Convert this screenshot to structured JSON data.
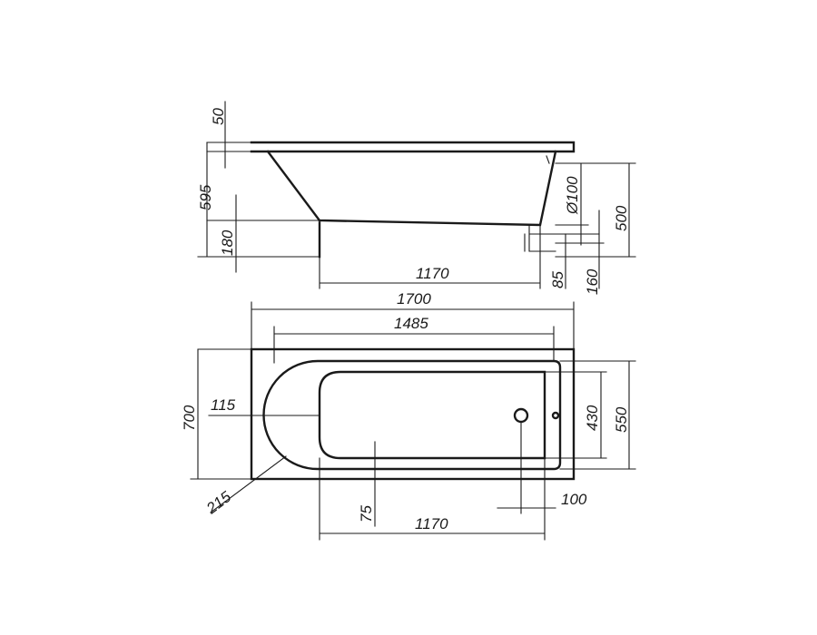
{
  "drawing": {
    "side_view": {
      "rim_thickness": "50",
      "total_height": "595",
      "foot_height": "180",
      "bottom_length": "1170",
      "drain_offset": "85",
      "drain_height": "160",
      "drain_diameter": "Ø100",
      "inner_depth": "500"
    },
    "top_view": {
      "overall_length": "1700",
      "inner_length": "1485",
      "overall_width": "700",
      "head_offset": "115",
      "corner_radius": "215",
      "inner_width": "430",
      "outer_inner_width": "550",
      "bottom_offset": "75",
      "bottom_length": "1170",
      "drain_offset": "100"
    }
  },
  "colors": {
    "line": "#1a1a1a",
    "background": "#ffffff"
  }
}
